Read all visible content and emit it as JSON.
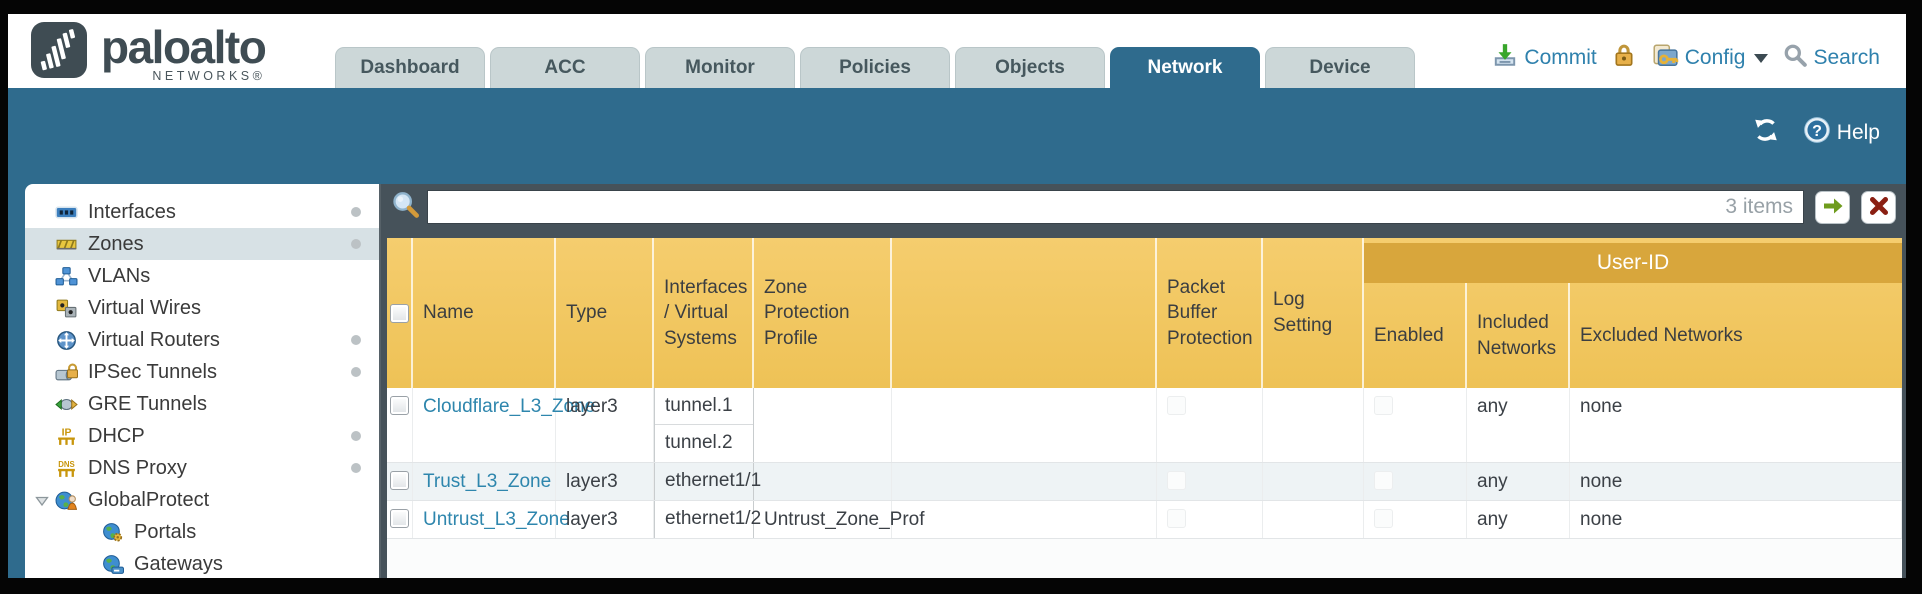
{
  "brand": {
    "name": "paloalto",
    "subtitle": "NETWORKS®"
  },
  "nav": {
    "tabs": [
      {
        "label": "Dashboard",
        "active": false
      },
      {
        "label": "ACC",
        "active": false
      },
      {
        "label": "Monitor",
        "active": false
      },
      {
        "label": "Policies",
        "active": false
      },
      {
        "label": "Objects",
        "active": false
      },
      {
        "label": "Network",
        "active": true
      },
      {
        "label": "Device",
        "active": false
      }
    ]
  },
  "top_actions": {
    "commit": "Commit",
    "config": "Config",
    "search": "Search"
  },
  "band": {
    "help": "Help"
  },
  "sidebar": {
    "items": [
      {
        "label": "Interfaces",
        "icon": "interfaces-icon",
        "dot": true
      },
      {
        "label": "Zones",
        "icon": "zones-icon",
        "dot": true,
        "selected": true
      },
      {
        "label": "VLANs",
        "icon": "vlans-icon"
      },
      {
        "label": "Virtual Wires",
        "icon": "virtual-wires-icon"
      },
      {
        "label": "Virtual Routers",
        "icon": "virtual-routers-icon",
        "dot": true
      },
      {
        "label": "IPSec Tunnels",
        "icon": "ipsec-tunnels-icon",
        "dot": true
      },
      {
        "label": "GRE Tunnels",
        "icon": "gre-tunnels-icon"
      },
      {
        "label": "DHCP",
        "icon": "dhcp-icon",
        "dot": true
      },
      {
        "label": "DNS Proxy",
        "icon": "dns-proxy-icon",
        "dot": true
      },
      {
        "label": "GlobalProtect",
        "icon": "globalprotect-icon",
        "expander": true
      },
      {
        "label": "Portals",
        "icon": "portals-icon",
        "child": true
      },
      {
        "label": "Gateways",
        "icon": "gateways-icon",
        "child": true
      }
    ]
  },
  "filter_bar": {
    "value": "",
    "count_label": "3 items"
  },
  "table": {
    "group_header": "User-ID",
    "columns": [
      "Name",
      "Type",
      "Interfaces / Virtual Systems",
      "Zone Protection Profile",
      "",
      "Packet Buffer Protection",
      "Log Setting",
      "Enabled",
      "Included Networks",
      "Excluded Networks"
    ],
    "rows": [
      {
        "name": "Cloudflare_L3_Zone",
        "type": "layer3",
        "interfaces": [
          "tunnel.1",
          "tunnel.2"
        ],
        "zone_protection_profile": "",
        "log_setting": "",
        "included_networks": "any",
        "excluded_networks": "none"
      },
      {
        "name": "Trust_L3_Zone",
        "type": "layer3",
        "interfaces": [
          "ethernet1/1"
        ],
        "zone_protection_profile": "",
        "log_setting": "",
        "included_networks": "any",
        "excluded_networks": "none"
      },
      {
        "name": "Untrust_L3_Zone",
        "type": "layer3",
        "interfaces": [
          "ethernet1/2"
        ],
        "zone_protection_profile": "Untrust_Zone_Prof",
        "log_setting": "",
        "included_networks": "any",
        "excluded_networks": "none"
      }
    ]
  },
  "colors": {
    "teal": "#2f6b8d",
    "slate": "#46525a",
    "header_amber": "#f2c65e",
    "user_id_band": "#d8a63c",
    "link_blue": "#2e86ad",
    "tab_inactive": "#ccd7d8",
    "sidebar_selected": "#d7e1e5"
  }
}
